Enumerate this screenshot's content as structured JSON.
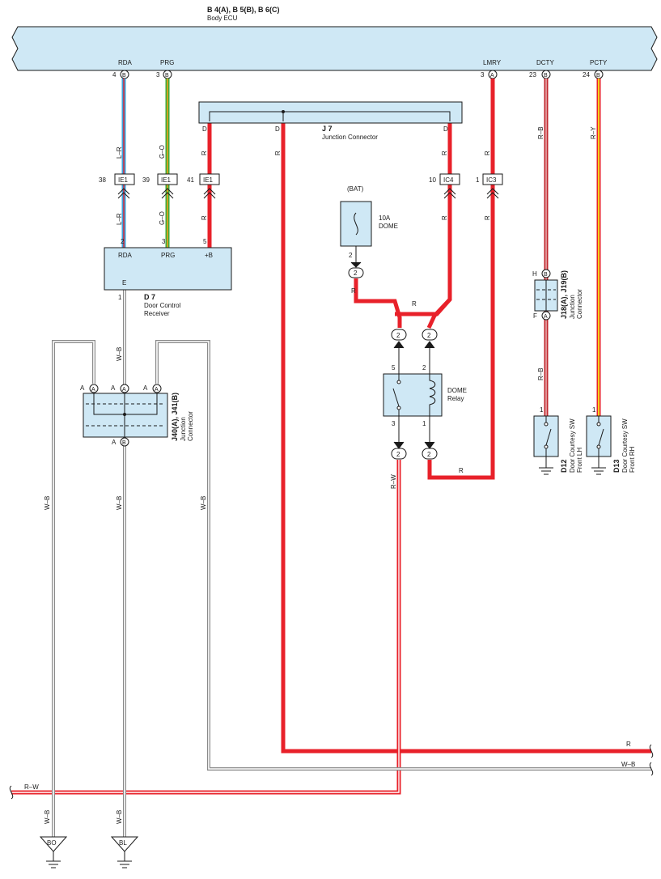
{
  "colors": {
    "wire_red": "#e8212a",
    "wire_blue": "#3aa3dd",
    "wire_green": "#3aaa3a",
    "wire_yellow": "#f2d21c",
    "wire_white_black": "#8a8a8a",
    "component_fill": "#cfe8f5"
  },
  "body_ecu": {
    "connectors": "B 4(A), B 5(B), B 6(C)",
    "name": "Body ECU",
    "terminals": [
      {
        "label": "RDA",
        "pin": "4",
        "conn": "B"
      },
      {
        "label": "PRG",
        "pin": "3",
        "conn": "B"
      },
      {
        "label": "LMRY",
        "pin": "3",
        "conn": "A"
      },
      {
        "label": "DCTY",
        "pin": "23",
        "conn": "B"
      },
      {
        "label": "PCTY",
        "pin": "24",
        "conn": "B"
      }
    ]
  },
  "j7": {
    "id": "J 7",
    "name": "Junction Connector",
    "pins": [
      "D",
      "D",
      "D"
    ]
  },
  "inline_connectors": [
    {
      "pin": "38",
      "name": "IE1"
    },
    {
      "pin": "39",
      "name": "IE1"
    },
    {
      "pin": "41",
      "name": "IE1"
    },
    {
      "pin": "10",
      "name": "IC4"
    },
    {
      "pin": "1",
      "name": "IC3"
    }
  ],
  "d7": {
    "id": "D 7",
    "line1": "Door Control",
    "line2": "Receiver",
    "terminals": [
      {
        "pin": "2",
        "label": "RDA"
      },
      {
        "pin": "3",
        "label": "PRG"
      },
      {
        "pin": "5",
        "label": "+B"
      },
      {
        "pin": "1",
        "label": "E"
      }
    ]
  },
  "fuse": {
    "bat": "(BAT)",
    "rating": "10A",
    "name": "DOME",
    "pin": "2"
  },
  "dome_relay": {
    "line1": "DOME",
    "line2": "Relay",
    "pins": [
      "5",
      "2",
      "3",
      "1"
    ],
    "conn_pin": "2"
  },
  "j40": {
    "id": "J40(A), J41(B)",
    "line1": "Junction",
    "line2": "Connector",
    "pin_a": "A",
    "pin_b": "B"
  },
  "j18": {
    "id": "J18(A), J19(B)",
    "line1": "Junction",
    "line2": "Connector",
    "pin_h": "H",
    "pin_f": "F",
    "conn_a": "A",
    "conn_b": "B"
  },
  "d12": {
    "id": "D12",
    "line1": "Door Courtesy SW",
    "line2": "Front LH",
    "pin": "1"
  },
  "d13": {
    "id": "D13",
    "line1": "Door Courtesy SW",
    "line2": "Front RH",
    "pin": "1"
  },
  "wire_colors": {
    "lr": "L–R",
    "go": "G–O",
    "r": "R",
    "rb": "R–B",
    "ry": "R–Y",
    "wb": "W–B",
    "rw": "R–W"
  },
  "grounds": [
    "BO",
    "BL"
  ]
}
